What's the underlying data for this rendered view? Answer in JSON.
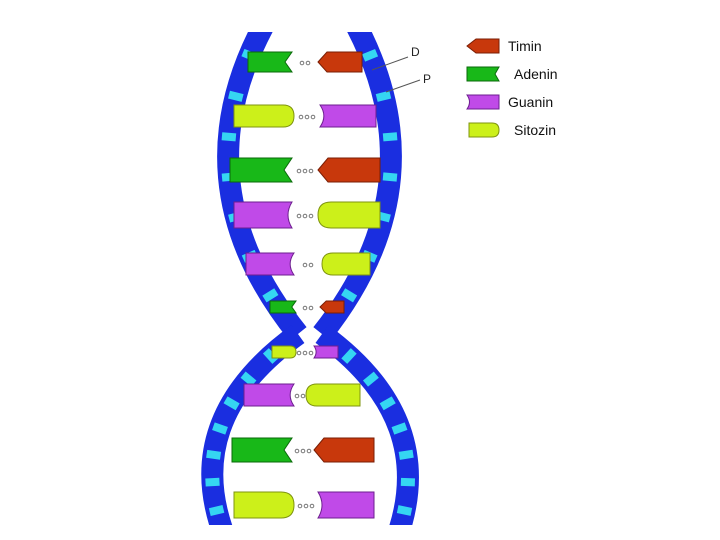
{
  "labels": {
    "deoxyribose": "D",
    "phosphate": "P"
  },
  "legend": [
    {
      "label": "Timin",
      "color": "#c8380c",
      "shape": "pentagon-left"
    },
    {
      "label": "Adenin",
      "color": "#18b818",
      "shape": "notched"
    },
    {
      "label": "Guanin",
      "color": "#c04ae8",
      "shape": "notched-left"
    },
    {
      "label": "Sitozin",
      "color": "#ccf01a",
      "shape": "rounded"
    }
  ],
  "colors": {
    "backbone": "#1a2ee0",
    "backbone_marks": "#35d6f2",
    "hydrogen_bond_dots": "#777777"
  },
  "base_pairs": [
    {
      "left": "Adenin",
      "right": "Timin",
      "bonds": 2
    },
    {
      "left": "Sitozin",
      "right": "Guanin",
      "bonds": 3
    },
    {
      "left": "Adenin",
      "right": "Timin",
      "bonds": 3
    },
    {
      "left": "Guanin",
      "right": "Sitozin",
      "bonds": 3
    },
    {
      "left": "Guanin",
      "right": "Sitozin",
      "bonds": 2
    },
    {
      "left": "Adenin",
      "right": "Timin",
      "bonds": 2
    },
    {
      "left": "Sitozin",
      "right": "Guanin",
      "bonds": 3
    },
    {
      "left": "Guanin",
      "right": "Sitozin",
      "bonds": 2
    },
    {
      "left": "Adenin",
      "right": "Timin",
      "bonds": 3
    },
    {
      "left": "Sitozin",
      "right": "Guanin",
      "bonds": 3
    }
  ]
}
